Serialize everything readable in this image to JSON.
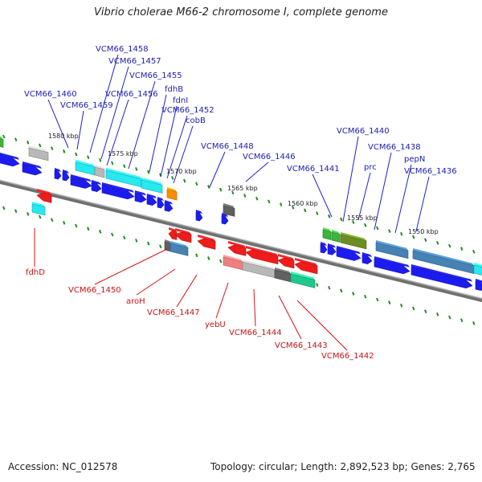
{
  "title": "Vibrio cholerae M66-2 chromosome I, complete genome",
  "footer": {
    "accession": "Accession: NC_012578",
    "summary": "Topology: circular; Length: 2,892,523 bp; Genes: 2,765"
  },
  "colors": {
    "blue": "#1c1cf0",
    "red": "#f01c1c",
    "cyan": "#28e8f0",
    "gray": "#b8b8b8",
    "darkgray": "#606060",
    "orange": "#ff8c00",
    "green": "#3cb43c",
    "olive": "#6b8e23",
    "steelblue": "#4682b4",
    "salmon": "#f08080",
    "teal": "#20c890",
    "tick": "#1e8c1e",
    "backbone": "#707070"
  },
  "tick_labels": [
    "1580 kbp",
    "1575 kbp",
    "1570 kbp",
    "1565 kbp",
    "1560 kbp",
    "1555 kbp",
    "1550 kbp"
  ],
  "labels_top": [
    "VCM66_1458",
    "VCM66_1457",
    "VCM66_1455",
    "VCM66_1460",
    "VCM66_1456",
    "fdhB",
    "VCM66_1459",
    "fdnI",
    "VCM66_1452",
    "cobB",
    "VCM66_1448",
    "VCM66_1446",
    "VCM66_1441",
    "VCM66_1440",
    "VCM66_1438",
    "prc",
    "pepN",
    "VCM66_1436"
  ],
  "labels_bottom": [
    "fdhD",
    "VCM66_1450",
    "aroH",
    "VCM66_1447",
    "yebU",
    "VCM66_1444",
    "VCM66_1443",
    "VCM66_1442"
  ]
}
